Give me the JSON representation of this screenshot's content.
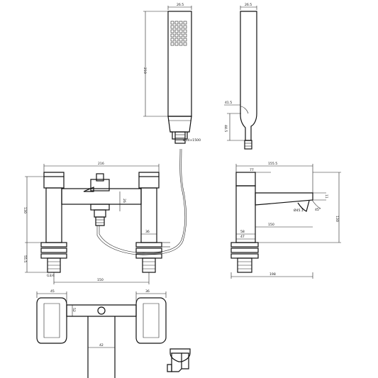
{
  "dimensions": {
    "handset_width_top": "26.5",
    "handset_height": "210",
    "hose_spec": "Ø14×1500",
    "handset_side_width": "26.5",
    "handset_side_offset": "41.5",
    "handset_side_base": "44.5",
    "overall_width": "216",
    "overall_height": "130",
    "lever_rise": "26",
    "body_width_right": "36",
    "base_height": "55.5",
    "thread": "G3/4",
    "centres": "150",
    "side_depth_top": "155.5",
    "side_lever": "77",
    "side_spout_drop": "11",
    "side_outlet": "Ø45.1",
    "side_spout_angle": "45°",
    "side_spout_reach": "150",
    "side_body_width": "58",
    "side_foot": "47",
    "side_height": "130",
    "side_depth_bottom": "198",
    "plan_left": "45",
    "plan_right": "36",
    "plan_bridge": "52",
    "plan_spout": "42"
  }
}
